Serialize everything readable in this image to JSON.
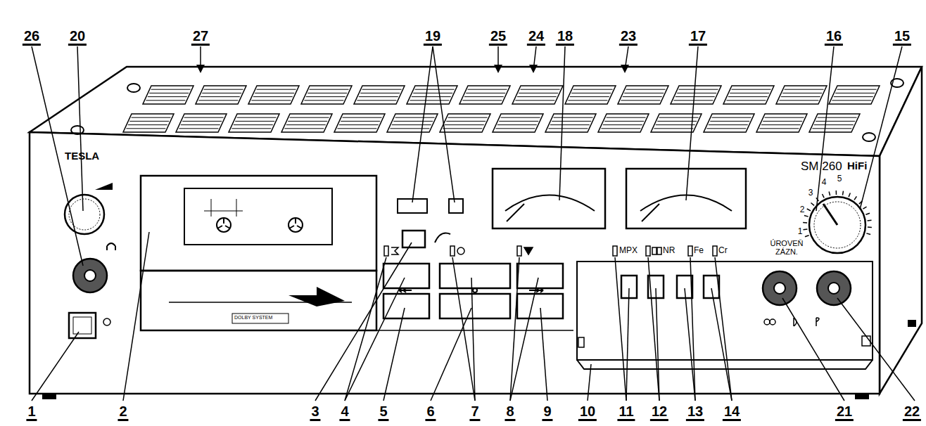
{
  "diagram": {
    "labels": [
      "26",
      "20",
      "27",
      "19",
      "25",
      "24",
      "18",
      "23",
      "17",
      "16",
      "15",
      "1",
      "2",
      "3",
      "4",
      "5",
      "6",
      "7",
      "8",
      "9",
      "10",
      "11",
      "12",
      "13",
      "14",
      "21",
      "22",
      "TESLA",
      "SM 260",
      "HiFi",
      "MPX",
      "NR",
      "Fe",
      "Cr",
      "1",
      "2",
      "3",
      "4",
      "5",
      "ÚROVEŇ ZÁZN.",
      "DOLBY SYSTEM"
    ]
  }
}
